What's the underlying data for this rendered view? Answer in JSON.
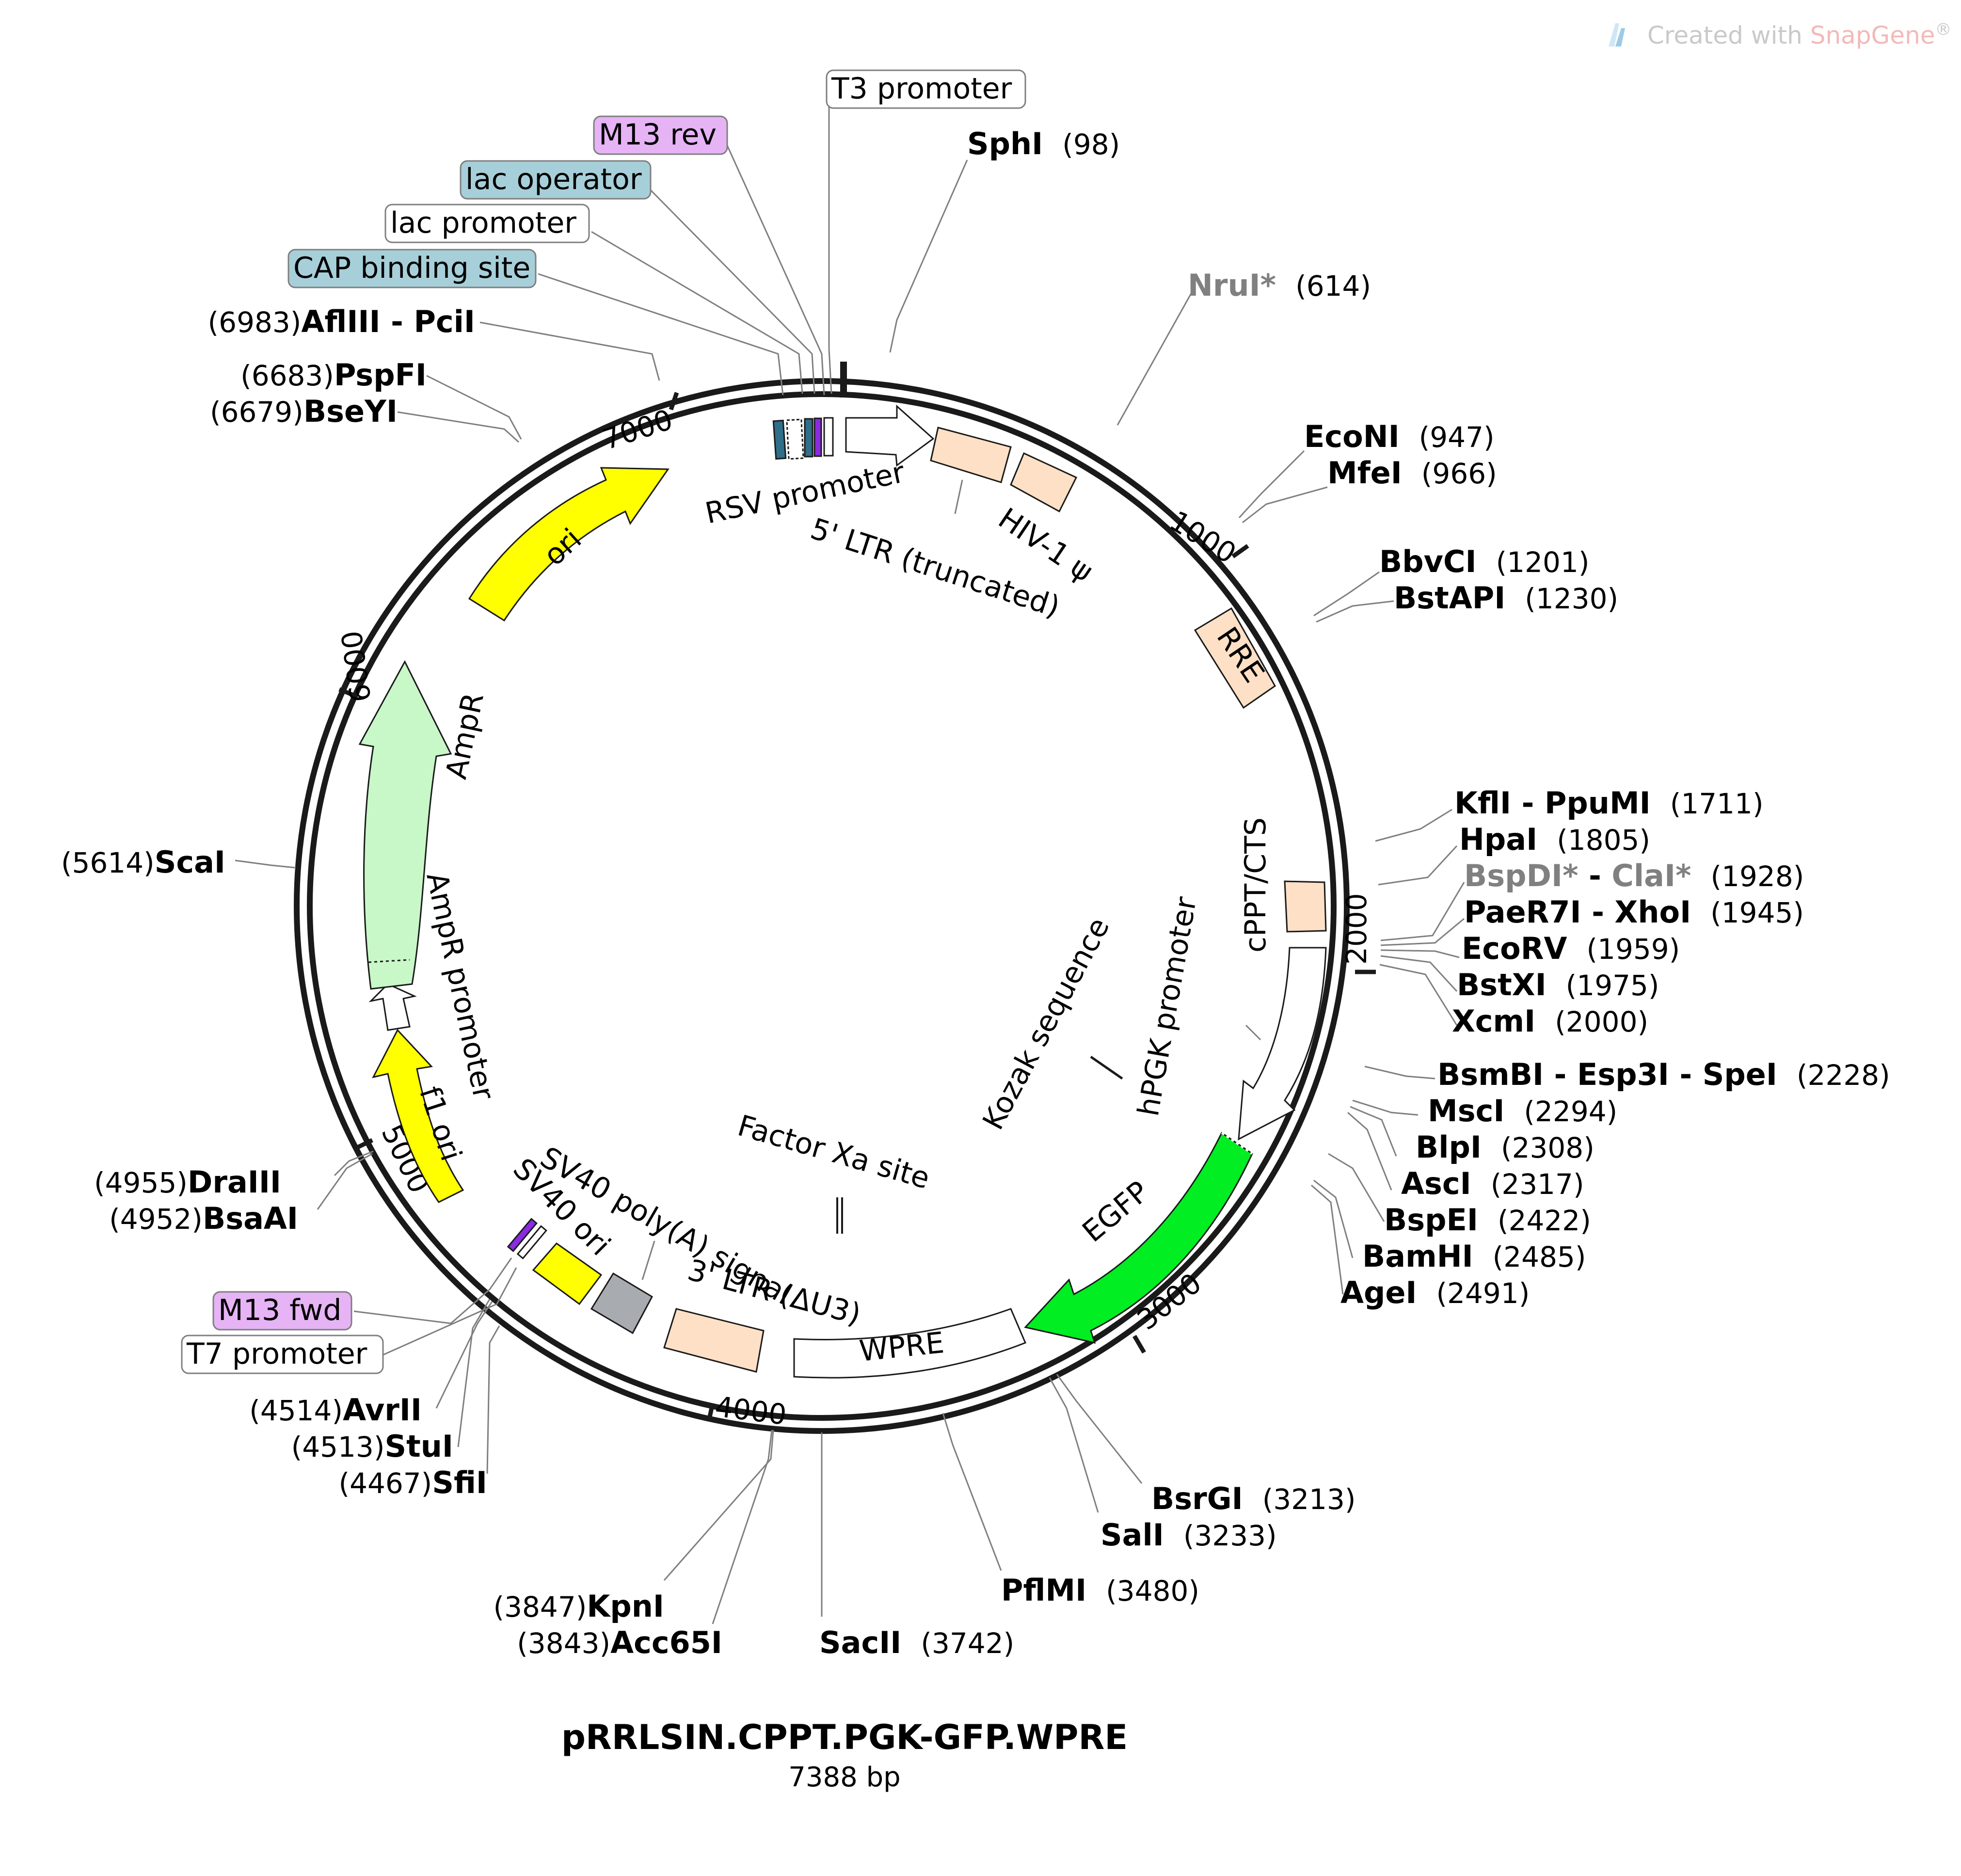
{
  "plasmid": {
    "name": "pRRLSIN.CPPT.PGK-GFP.WPRE",
    "length_label": "7388 bp",
    "length": 7388
  },
  "branding": {
    "prefix": "Created with ",
    "brand": "SnapGene",
    "suffix": "®"
  },
  "ticks": [
    {
      "label": "1000",
      "pos": 1000
    },
    {
      "label": "2000",
      "pos": 2000
    },
    {
      "label": "3000",
      "pos": 3000
    },
    {
      "label": "4000",
      "pos": 4000
    },
    {
      "label": "5000",
      "pos": 5000
    },
    {
      "label": "6000",
      "pos": 6000
    },
    {
      "label": "7000",
      "pos": 7000
    }
  ],
  "boxed_labels": [
    {
      "id": "t3",
      "text": "T3 promoter",
      "style": "white"
    },
    {
      "id": "m13rev",
      "text": "M13 rev",
      "style": "purple"
    },
    {
      "id": "lacop",
      "text": "lac operator",
      "style": "teal"
    },
    {
      "id": "lacpro",
      "text": "lac promoter",
      "style": "white"
    },
    {
      "id": "cap",
      "text": "CAP binding site",
      "style": "teal"
    },
    {
      "id": "m13fwd",
      "text": "M13 fwd",
      "style": "purple"
    },
    {
      "id": "t7",
      "text": "T7 promoter",
      "style": "white"
    }
  ],
  "sites": [
    {
      "id": "sphi",
      "parts": [
        "SphI"
      ],
      "pos": "(98)",
      "grey": [
        false
      ]
    },
    {
      "id": "nrui",
      "parts": [
        "NruI*"
      ],
      "pos": "(614)",
      "grey": [
        true
      ]
    },
    {
      "id": "econi",
      "parts": [
        "EcoNI"
      ],
      "pos": "(947)",
      "grey": [
        false
      ]
    },
    {
      "id": "mfei",
      "parts": [
        "MfeI"
      ],
      "pos": "(966)",
      "grey": [
        false
      ]
    },
    {
      "id": "bbvci",
      "parts": [
        "BbvCI"
      ],
      "pos": "(1201)",
      "grey": [
        false
      ]
    },
    {
      "id": "bstapi",
      "parts": [
        "BstAPI"
      ],
      "pos": "(1230)",
      "grey": [
        false
      ]
    },
    {
      "id": "kfli",
      "parts": [
        "KflI",
        "PpuMI"
      ],
      "pos": "(1711)",
      "grey": [
        false,
        false
      ]
    },
    {
      "id": "hpai",
      "parts": [
        "HpaI"
      ],
      "pos": "(1805)",
      "grey": [
        false
      ]
    },
    {
      "id": "bspdi",
      "parts": [
        "BspDI*",
        "ClaI*"
      ],
      "pos": "(1928)",
      "grey": [
        true,
        true
      ]
    },
    {
      "id": "paer7i",
      "parts": [
        "PaeR7I",
        "XhoI"
      ],
      "pos": "(1945)",
      "grey": [
        false,
        false
      ]
    },
    {
      "id": "ecorv",
      "parts": [
        "EcoRV"
      ],
      "pos": "(1959)",
      "grey": [
        false
      ]
    },
    {
      "id": "bstxi",
      "parts": [
        "BstXI"
      ],
      "pos": "(1975)",
      "grey": [
        false
      ]
    },
    {
      "id": "xcmi",
      "parts": [
        "XcmI"
      ],
      "pos": "(2000)",
      "grey": [
        false
      ]
    },
    {
      "id": "bsmbi",
      "parts": [
        "BsmBI",
        "Esp3I",
        "SpeI"
      ],
      "pos": "(2228)",
      "grey": [
        false,
        false,
        false
      ]
    },
    {
      "id": "msci",
      "parts": [
        "MscI"
      ],
      "pos": "(2294)",
      "grey": [
        false
      ]
    },
    {
      "id": "blpi",
      "parts": [
        "BlpI"
      ],
      "pos": "(2308)",
      "grey": [
        false
      ]
    },
    {
      "id": "asci",
      "parts": [
        "AscI"
      ],
      "pos": "(2317)",
      "grey": [
        false
      ]
    },
    {
      "id": "bspei",
      "parts": [
        "BspEI"
      ],
      "pos": "(2422)",
      "grey": [
        false
      ]
    },
    {
      "id": "bamhi",
      "parts": [
        "BamHI"
      ],
      "pos": "(2485)",
      "grey": [
        false
      ]
    },
    {
      "id": "agei",
      "parts": [
        "AgeI"
      ],
      "pos": "(2491)",
      "grey": [
        false
      ]
    },
    {
      "id": "bsrgi",
      "parts": [
        "BsrGI"
      ],
      "pos": "(3213)",
      "grey": [
        false
      ]
    },
    {
      "id": "sali",
      "parts": [
        "SalI"
      ],
      "pos": "(3233)",
      "grey": [
        false
      ]
    },
    {
      "id": "pflmi",
      "parts": [
        "PflMI"
      ],
      "pos": "(3480)",
      "grey": [
        false
      ]
    },
    {
      "id": "sacii",
      "parts": [
        "SacII"
      ],
      "pos": "(3742)",
      "grey": [
        false
      ]
    },
    {
      "id": "kpni",
      "parts": [
        "KpnI"
      ],
      "pos": "(3847)",
      "grey": [
        false
      ]
    },
    {
      "id": "acc65i",
      "parts": [
        "Acc65I"
      ],
      "pos": "(3843)",
      "grey": [
        false
      ]
    },
    {
      "id": "avrii",
      "parts": [
        "AvrII"
      ],
      "pos": "(4514)",
      "grey": [
        false
      ]
    },
    {
      "id": "stui",
      "parts": [
        "StuI"
      ],
      "pos": "(4513)",
      "grey": [
        false
      ]
    },
    {
      "id": "sfii",
      "parts": [
        "SfiI"
      ],
      "pos": "(4467)",
      "grey": [
        false
      ]
    },
    {
      "id": "draiii",
      "parts": [
        "DraIII"
      ],
      "pos": "(4955)",
      "grey": [
        false
      ]
    },
    {
      "id": "bsaai",
      "parts": [
        "BsaAI"
      ],
      "pos": "(4952)",
      "grey": [
        false
      ]
    },
    {
      "id": "scai",
      "parts": [
        "ScaI"
      ],
      "pos": "(5614)",
      "grey": [
        false
      ]
    },
    {
      "id": "bseyi",
      "parts": [
        "BseYI"
      ],
      "pos": "(6679)",
      "grey": [
        false
      ]
    },
    {
      "id": "pspfi",
      "parts": [
        "PspFI"
      ],
      "pos": "(6683)",
      "grey": [
        false
      ]
    },
    {
      "id": "afliii",
      "parts": [
        "AflIII",
        "PciI"
      ],
      "pos": "(6983)",
      "grey": [
        false,
        false
      ]
    }
  ],
  "features": [
    {
      "id": "rsv",
      "label": "RSV promoter",
      "color": "#ffffff",
      "kind": "arrow"
    },
    {
      "id": "ltr5",
      "label": "5' LTR (truncated)",
      "color": "#fde0c5",
      "kind": "box"
    },
    {
      "id": "psi",
      "label": "HIV-1 ψ",
      "color": "#fde0c5",
      "kind": "box"
    },
    {
      "id": "rre",
      "label": "RRE",
      "color": "#fde0c5",
      "kind": "box"
    },
    {
      "id": "cppt",
      "label": "cPPT/CTS",
      "color": "#fde0c5",
      "kind": "box"
    },
    {
      "id": "hpgk",
      "label": "hPGK promoter",
      "color": "#ffffff",
      "kind": "arrow"
    },
    {
      "id": "kozak",
      "label": "Kozak sequence",
      "color": "#000000",
      "kind": "mark"
    },
    {
      "id": "egfp",
      "label": "EGFP",
      "color": "#00ee22",
      "kind": "arrow"
    },
    {
      "id": "wpre",
      "label": "WPRE",
      "color": "#ffffff",
      "kind": "box"
    },
    {
      "id": "fxa",
      "label": "Factor Xa site",
      "color": "#000000",
      "kind": "mark"
    },
    {
      "id": "ltr3",
      "label": "3' LTR (ΔU3)",
      "color": "#fde0c5",
      "kind": "box"
    },
    {
      "id": "sv40pa",
      "label": "SV40 poly(A) signal",
      "color": "#a8abb0",
      "kind": "box"
    },
    {
      "id": "sv40ori",
      "label": "SV40 ori",
      "color": "#ffff00",
      "kind": "box"
    },
    {
      "id": "f1ori",
      "label": "f1 ori",
      "color": "#ffff00",
      "kind": "arrow"
    },
    {
      "id": "amppro",
      "label": "AmpR promoter",
      "color": "#ffffff",
      "kind": "arrow"
    },
    {
      "id": "ampr",
      "label": "AmpR",
      "color": "#c8f7c8",
      "kind": "arrow"
    },
    {
      "id": "ori",
      "label": "ori",
      "color": "#ffff00",
      "kind": "arrow"
    }
  ],
  "colors": {
    "backbone": "#1a1a1a",
    "leader": "#7f7f7f",
    "teal_box": "#a7cfd9",
    "purple_box": "#e6b3f5",
    "white_box": "#ffffff",
    "lac_operator_bar": "#2f6f8a",
    "m13_bar": "#8a2be2"
  }
}
